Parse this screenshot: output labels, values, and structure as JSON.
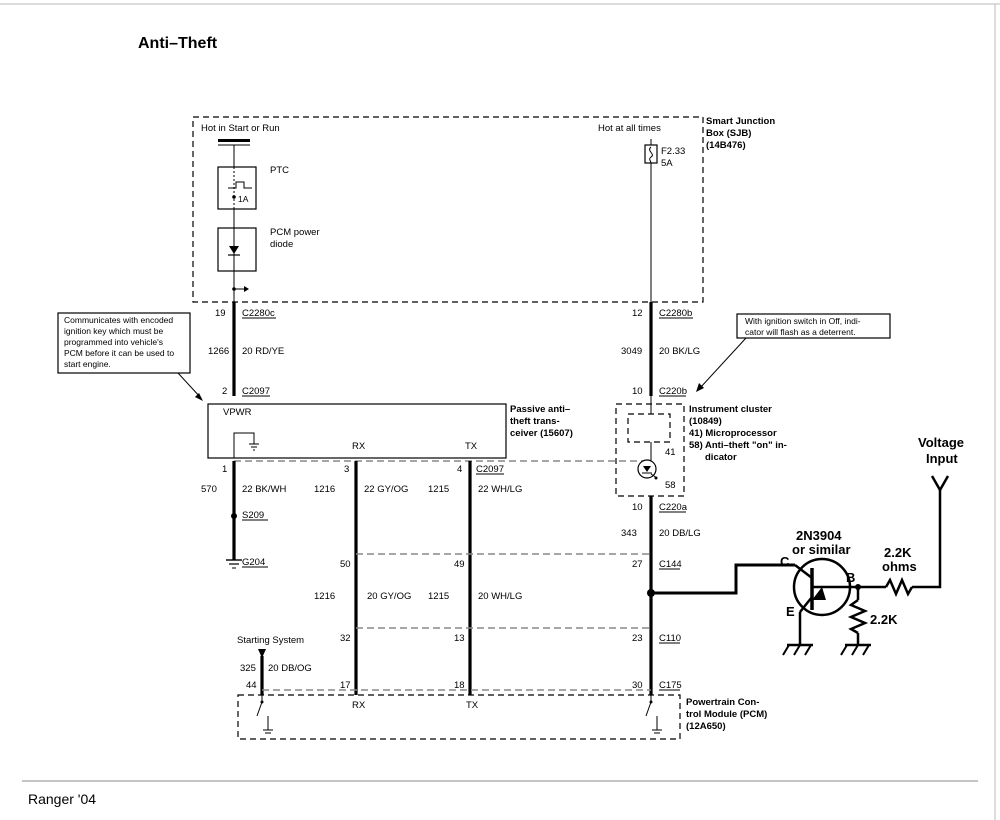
{
  "title": "Anti–Theft",
  "footer": "Ranger '04",
  "sjb": {
    "name": "Smart Junction",
    "name2": "Box (SJB)",
    "part": "(14B476)",
    "hot_start_run": "Hot in Start or Run",
    "hot_all_times": "Hot at all times",
    "ptc": "PTC",
    "ptc_rating": "1A",
    "diode_l1": "PCM power",
    "diode_l2": "diode",
    "fuse": "F2.33",
    "fuse_rating": "5A"
  },
  "callout_left": {
    "l1": "Communicates with encoded",
    "l2": "ignition key which must be",
    "l3": "programmed into vehicle's",
    "l4": "PCM before it can be used to",
    "l5": "start engine."
  },
  "callout_right": {
    "l1": "With ignition switch in Off, indi-",
    "l2": "cator will flash as a deterrent."
  },
  "left_wire": {
    "pin_top": "19",
    "conn_top": "C2280c",
    "circuit": "1266",
    "gauge": "20 RD/YE",
    "pin_bottom": "2",
    "conn_bottom": "C2097"
  },
  "right_wire": {
    "pin_top": "12",
    "conn_top": "C2280b",
    "circuit": "3049",
    "gauge": "20 BK/LG",
    "pin_bottom": "10",
    "conn_bottom": "C220b"
  },
  "pats": {
    "vpwr": "VPWR",
    "rx": "RX",
    "tx": "TX",
    "l1": "Passive anti–",
    "l2": "theft trans-",
    "l3": "ceiver (15607)",
    "pin1": "1",
    "pin3": "3",
    "pin4": "4",
    "conn": "C2097"
  },
  "cluster": {
    "l1": "Instrument cluster",
    "l2": "(10849)",
    "l3": "41)  Microprocessor",
    "l4": "58)  Anti–theft \"on\" in-",
    "l5": "dicator",
    "pin41": "41",
    "pin58": "58",
    "out_pin": "10",
    "out_conn": "C220a"
  },
  "wires_mid": {
    "w570": "570",
    "g570": "22 BK/WH",
    "w1216a": "1216",
    "g1216a": "22 GY/OG",
    "w1215a": "1215",
    "g1215a": "22 WH/LG",
    "w343": "343",
    "g343": "20 DB/LG",
    "splice": "S209",
    "ground": "G204",
    "p50": "50",
    "p49": "49",
    "p27": "27",
    "c144": "C144",
    "w1216b": "1216",
    "g1216b": "20 GY/OG",
    "w1215b": "1215",
    "g1215b": "20 WH/LG",
    "p32": "32",
    "p13": "13",
    "p23": "23",
    "c110": "C110",
    "starting": "Starting System",
    "w325": "325",
    "g325": "20 DB/OG",
    "p44": "44",
    "p17": "17",
    "p18": "18",
    "p30": "30",
    "c175": "C175"
  },
  "pcm": {
    "rx": "RX",
    "tx": "TX",
    "l1": "Powertrain Con-",
    "l2": "trol Module (PCM)",
    "l3": "(12A650)"
  },
  "addon": {
    "transistor_l1": "2N3904",
    "transistor_l2": "or similar",
    "c": "C",
    "b": "B",
    "e": "E",
    "r1_l1": "2.2K",
    "r1_l2": "ohms",
    "r2": "2.2K",
    "input_l1": "Voltage",
    "input_l2": "Input"
  }
}
